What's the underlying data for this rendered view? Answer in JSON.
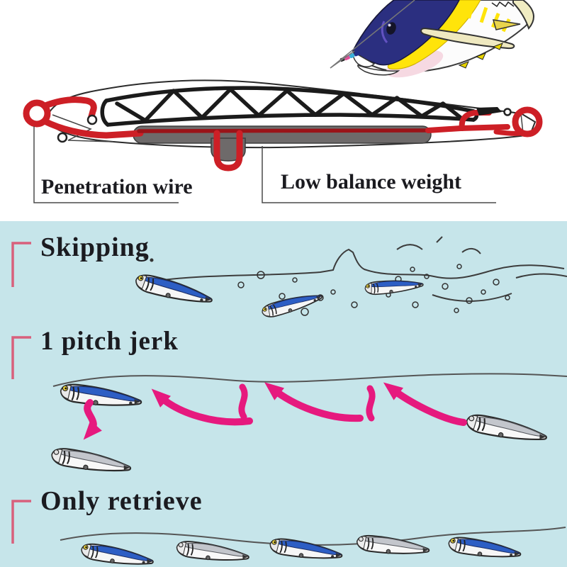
{
  "diagram": {
    "wire_label": "Penetration wire",
    "weight_label": "Low balance weight"
  },
  "sections": [
    {
      "title": "Skipping"
    },
    {
      "title": "1 pitch jerk"
    },
    {
      "title": "Only retrieve"
    }
  ],
  "colors": {
    "water_bg": "#c6e5ea",
    "wire_red": "#cd1f26",
    "wire_dark": "#9a1318",
    "weight_gray": "#6e6a6a",
    "arrow_pink": "#e6197e",
    "bracket_pink": "#d8607c",
    "label_black": "#1b1b20",
    "tuna_navy": "#2b2f80",
    "tuna_yellow": "#ffe40a",
    "lure_blue": "#2d5ec4",
    "lure_silver": "#c3c6cc",
    "outline_dark": "#2a2a2a"
  }
}
